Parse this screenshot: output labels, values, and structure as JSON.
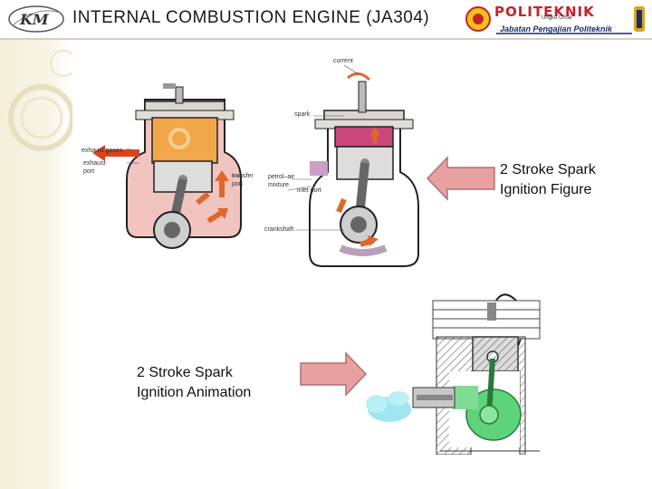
{
  "header": {
    "title": "INTERNAL COMBUSTION ENGINE (JA304)",
    "logo_left_text": "KM",
    "logo_right_name": "POLITEKNIK",
    "logo_right_sub": "Ungku Omar",
    "logo_right_tagline": "Jabatan Pengajian Politeknik"
  },
  "figure": {
    "callout": "2 Stroke Spark Ignition Figure",
    "callout_line1": "2 Stroke Spark",
    "callout_line2": "Ignition Figure",
    "labels": {
      "current": "current",
      "spark": "spark",
      "exhaust_gases": "exhaust gases",
      "exhaust_port": "exhaust port",
      "transfer_port": "transfer port",
      "petrol_air": "petrol–air mixture",
      "inlet_port": "inlet port",
      "crankshaft": "crankshaft"
    }
  },
  "animation": {
    "callout_line1": "2 Stroke Spark",
    "callout_line2": "Ignition Animation"
  },
  "colors": {
    "accent_orange": "#e8682a",
    "arrow_fill": "#e8a0a0",
    "engine_pink": "#f0c0c0",
    "mixture_green": "#5fd37a",
    "exhaust_cyan": "#9fe6ee"
  }
}
